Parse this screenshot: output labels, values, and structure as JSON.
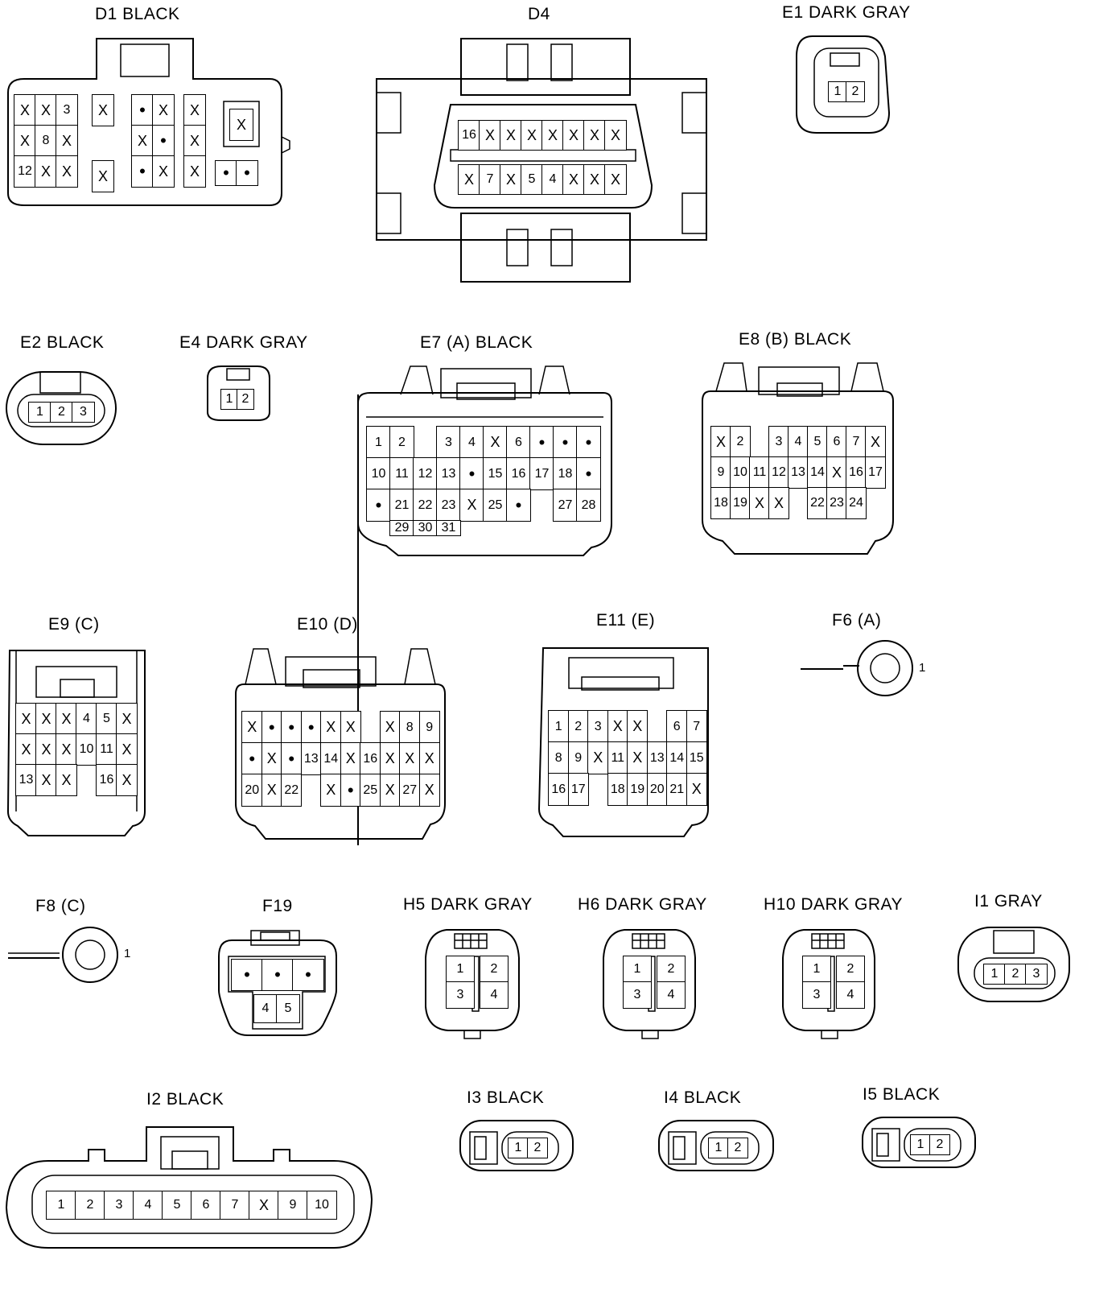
{
  "connectors": [
    {
      "id": "D1",
      "title": "D1  BLACK"
    },
    {
      "id": "D4",
      "title": "D4"
    },
    {
      "id": "E1",
      "title": "E1  DARK GRAY"
    },
    {
      "id": "E2",
      "title": "E2  BLACK"
    },
    {
      "id": "E4",
      "title": "E4  DARK GRAY"
    },
    {
      "id": "E7",
      "title": "E7 (A)  BLACK"
    },
    {
      "id": "E8",
      "title": "E8 (B)  BLACK"
    },
    {
      "id": "E9",
      "title": "E9 (C)"
    },
    {
      "id": "E10",
      "title": "E10 (D)"
    },
    {
      "id": "E11",
      "title": "E11 (E)"
    },
    {
      "id": "F6",
      "title": "F6 (A)"
    },
    {
      "id": "F8",
      "title": "F8 (C)"
    },
    {
      "id": "F19",
      "title": "F19"
    },
    {
      "id": "H5",
      "title": "H5  DARK GRAY"
    },
    {
      "id": "H6",
      "title": "H6  DARK GRAY"
    },
    {
      "id": "H10",
      "title": "H10  DARK GRAY"
    },
    {
      "id": "I1",
      "title": "I1  GRAY"
    },
    {
      "id": "I2",
      "title": "I2  BLACK"
    },
    {
      "id": "I3",
      "title": "I3  BLACK"
    },
    {
      "id": "I4",
      "title": "I4  BLACK"
    },
    {
      "id": "I5",
      "title": "I5  BLACK"
    }
  ],
  "pins": {
    "D1_a": [
      "X",
      "X",
      "3",
      "X",
      "8",
      "X",
      "12",
      "X",
      "X"
    ],
    "D1_b": [
      "X",
      "X"
    ],
    "D1_c": [
      "•",
      "X",
      "X",
      "•",
      "•",
      "X"
    ],
    "D1_d": [
      "X",
      "X",
      "X"
    ],
    "D1_e": [
      "X"
    ],
    "D1_f": [
      "•",
      "•"
    ],
    "D4_top": [
      "16",
      "X",
      "X",
      "X",
      "X",
      "X",
      "X",
      "X"
    ],
    "D4_bot": [
      "X",
      "7",
      "X",
      "5",
      "4",
      "X",
      "X",
      "X"
    ],
    "E1": [
      "1",
      "2"
    ],
    "E2": [
      "1",
      "2",
      "3"
    ],
    "E4": [
      "1",
      "2"
    ],
    "E7": [
      "1",
      "2",
      "",
      "3",
      "4",
      "X",
      "6",
      "•",
      "•",
      "•",
      "10",
      "11",
      "12",
      "13",
      "•",
      "15",
      "16",
      "17",
      "18",
      "•",
      "•",
      "21",
      "22",
      "23",
      "X",
      "25",
      "•",
      "",
      "27",
      "28",
      "",
      "29",
      "30",
      "31"
    ],
    "E8": [
      "X",
      "2",
      "",
      "3",
      "4",
      "5",
      "6",
      "7",
      "X",
      "9",
      "10",
      "11",
      "12",
      "13",
      "14",
      "X",
      "16",
      "17",
      "18",
      "19",
      "X",
      "X",
      "",
      "22",
      "23",
      "24"
    ],
    "E9": [
      "X",
      "X",
      "X",
      "4",
      "5",
      "X",
      "X",
      "X",
      "X",
      "10",
      "11",
      "X",
      "13",
      "X",
      "X",
      "",
      "16",
      "X"
    ],
    "E10": [
      "X",
      "•",
      "•",
      "•",
      "X",
      "X",
      "",
      "X",
      "8",
      "9",
      "•",
      "X",
      "•",
      "13",
      "14",
      "X",
      "16",
      "X",
      "X",
      "X",
      "20",
      "X",
      "22",
      "",
      "X",
      "•",
      "25",
      "X",
      "27",
      "X"
    ],
    "E11": [
      "1",
      "2",
      "3",
      "X",
      "X",
      "",
      "6",
      "7",
      "8",
      "9",
      "X",
      "11",
      "X",
      "13",
      "14",
      "15",
      "16",
      "17",
      "",
      "18",
      "19",
      "20",
      "21",
      "X"
    ],
    "F6": [
      "1"
    ],
    "F8": [
      "1"
    ],
    "F19_top": [
      "•",
      "•",
      "•"
    ],
    "F19_bot": [
      "4",
      "5"
    ],
    "H5": [
      "1",
      "2",
      "3",
      "4"
    ],
    "H6": [
      "1",
      "2",
      "3",
      "4"
    ],
    "H10": [
      "1",
      "2",
      "3",
      "4"
    ],
    "I1": [
      "1",
      "2",
      "3"
    ],
    "I2": [
      "1",
      "2",
      "3",
      "4",
      "5",
      "6",
      "7",
      "X",
      "9",
      "10"
    ],
    "I3": [
      "1",
      "2"
    ],
    "I4": [
      "1",
      "2"
    ],
    "I5": [
      "1",
      "2"
    ]
  }
}
